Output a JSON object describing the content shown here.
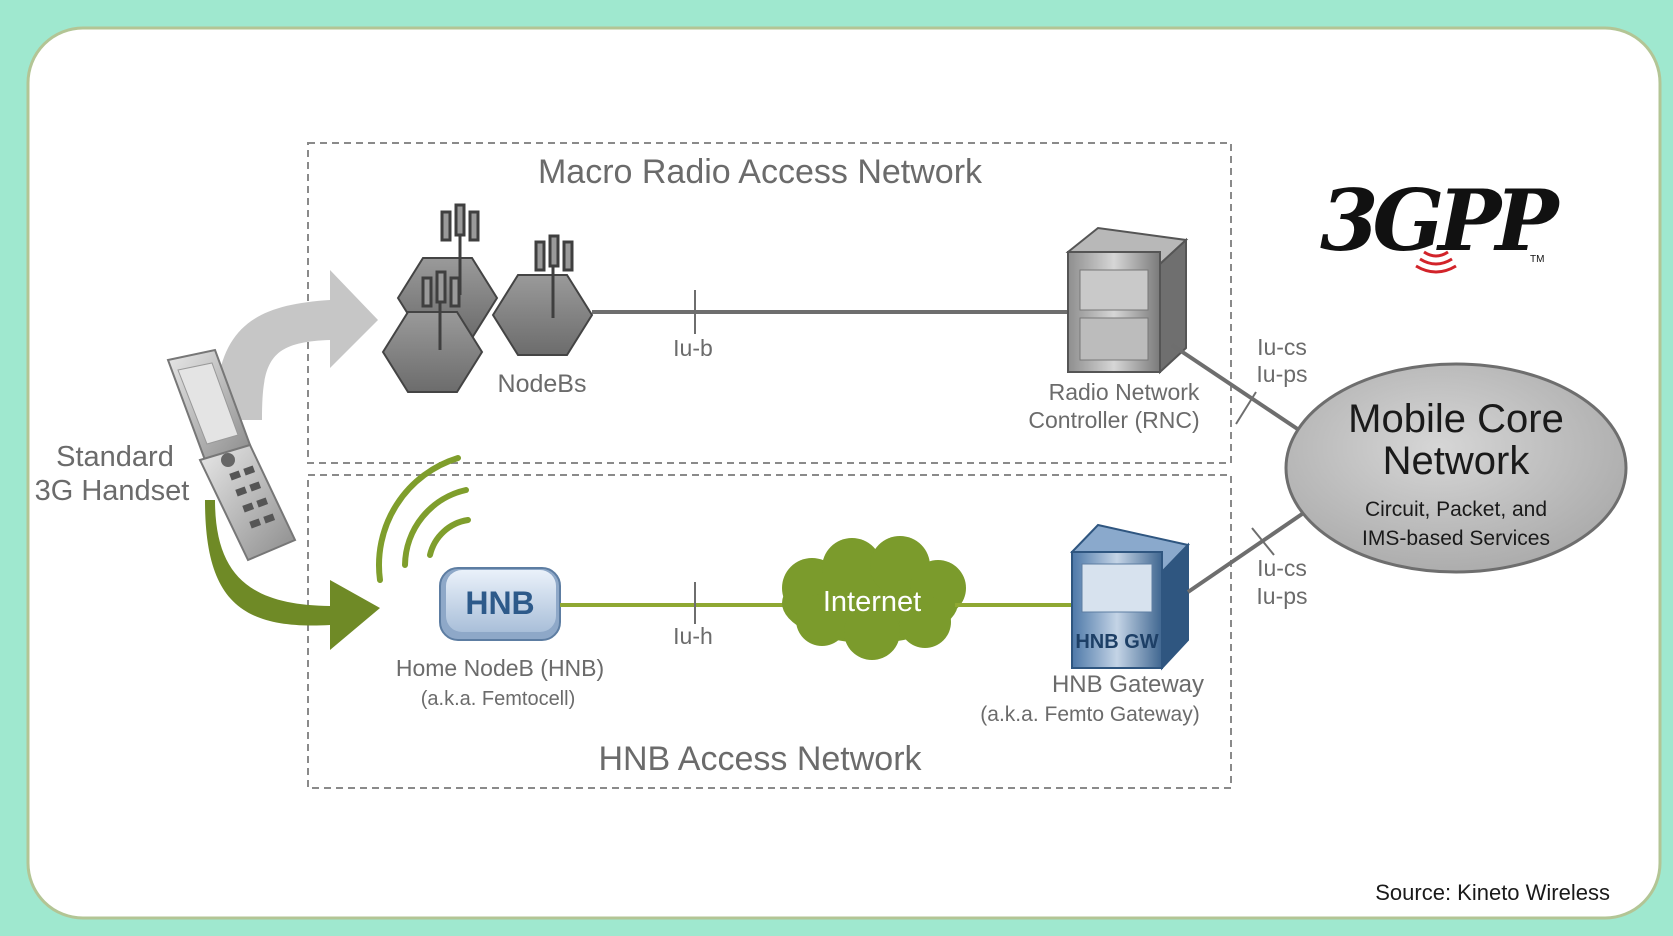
{
  "colors": {
    "frame_background": "#ffffff",
    "frame_border": "#b3c595",
    "text_gray": "#6b6b6b",
    "text_dark": "#1a1a1a",
    "line_gray": "#6e6e6e",
    "line_green": "#8fa832",
    "arrow_gray": "#c6c6c6",
    "arrow_green": "#6f8a26",
    "cloud_green": "#7b9b2c",
    "core_fill": "#c4c4c4",
    "hnb_blue": "#2d5a8a",
    "logo_red": "#d2232a"
  },
  "macro_network": {
    "title": "Macro Radio Access Network",
    "nodebs_label": "NodeBs",
    "iub_label": "Iu-b",
    "rnc_label_line1": "Radio Network",
    "rnc_label_line2": "Controller (RNC)"
  },
  "hnb_network": {
    "title": "HNB Access Network",
    "hnb_text": "HNB",
    "hnb_label_line1": "Home NodeB (HNB)",
    "hnb_label_line2": "(a.k.a. Femtocell)",
    "iuh_label": "Iu-h",
    "internet_label": "Internet",
    "gw_text": "HNB GW",
    "gw_label_line1": "HNB Gateway",
    "gw_label_line2": "(a.k.a. Femto Gateway)"
  },
  "handset": {
    "label_line1": "Standard",
    "label_line2": "3G Handset"
  },
  "core": {
    "title_line1": "Mobile Core",
    "title_line2": "Network",
    "subtitle_line1": "Circuit, Packet, and",
    "subtitle_line2": "IMS-based Services"
  },
  "interfaces": {
    "top_cs": "Iu-cs",
    "top_ps": "Iu-ps",
    "bottom_cs": "Iu-cs",
    "bottom_ps": "Iu-ps"
  },
  "logo": {
    "text": "3GPP",
    "tm": "TM"
  },
  "source": "Source:  Kineto Wireless"
}
